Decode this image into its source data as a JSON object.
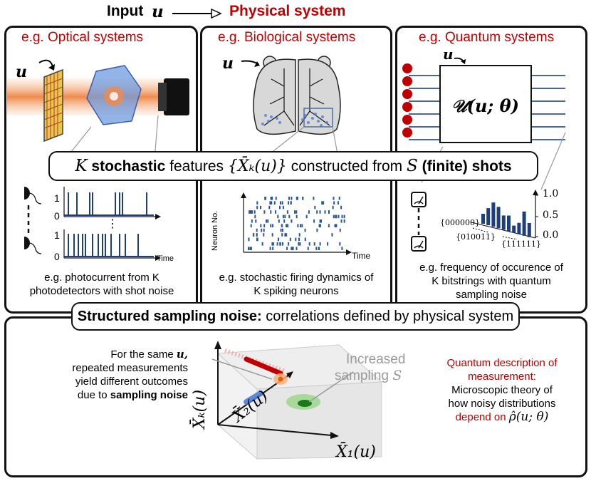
{
  "header": {
    "input_label": "Input",
    "input_symbol": "u",
    "system_label": "Physical system"
  },
  "panels": {
    "optical": {
      "title": "e.g. Optical systems",
      "input_symbol": "u",
      "caption_line1": "e.g. photocurrent from K",
      "caption_line2": "photodetectors with shot noise",
      "trace_y_top": "1",
      "trace_y_bottom": "0",
      "trace2_y_top": "1",
      "trace2_y_bottom": "0",
      "time_label": "Time",
      "dots": "⋮"
    },
    "biological": {
      "title": "e.g. Biological systems",
      "input_symbol": "u",
      "ylabel": "Neuron No.",
      "xlabel": "Time",
      "caption_line1": "e.g. stochastic firing dynamics of",
      "caption_line2": "K spiking neurons"
    },
    "quantum": {
      "title": "e.g. Quantum systems",
      "input_symbol": "u",
      "operator": "𝒰(u; θ)",
      "tick_top": "1.0",
      "tick_mid": "0.5",
      "tick_bottom": "0.0",
      "bitstring_1": "{000000}",
      "bitstring_2": "{010011}",
      "bitstring_3": "{111111}",
      "caption_line1": "e.g. frequency of occurence of",
      "caption_line2": "K bitstrings with quantum",
      "caption_line3": "sampling noise"
    }
  },
  "banner_features": {
    "k": "K",
    "stochastic": "stochastic",
    "features": "features",
    "set": "{X̄ₖ(u)}",
    "constructed": "constructed from",
    "s": "S",
    "finite_shots": "(finite) shots"
  },
  "banner_noise": {
    "bold": "Structured sampling noise:",
    "rest": "correlations defined by physical system"
  },
  "bottom": {
    "left_text_1": "For the same",
    "left_text_1_sym": "u,",
    "left_text_2": "repeated measurements",
    "left_text_3": "yield different outcomes",
    "left_text_4": "due to",
    "left_text_4_bold": "sampling noise",
    "increased": "Increased",
    "sampling": "sampling",
    "sampling_sym": "S",
    "axis_x": "X̄₁(u)",
    "axis_y": "X̄ₖ(u)",
    "axis_z": "X̄₂(u)",
    "right_title_1": "Quantum description of",
    "right_title_2": "measurement:",
    "right_text_1": "Microscopic theory of",
    "right_text_2": "how noisy distributions",
    "right_text_3": "depend on",
    "right_text_3_sym": "ρ̂(u; θ)"
  },
  "colors": {
    "accent_red": "#c00000",
    "trace_blue": "#1f3f7a",
    "raster_blue": "#2b5599",
    "bar_blue": "#1f3f7a"
  }
}
